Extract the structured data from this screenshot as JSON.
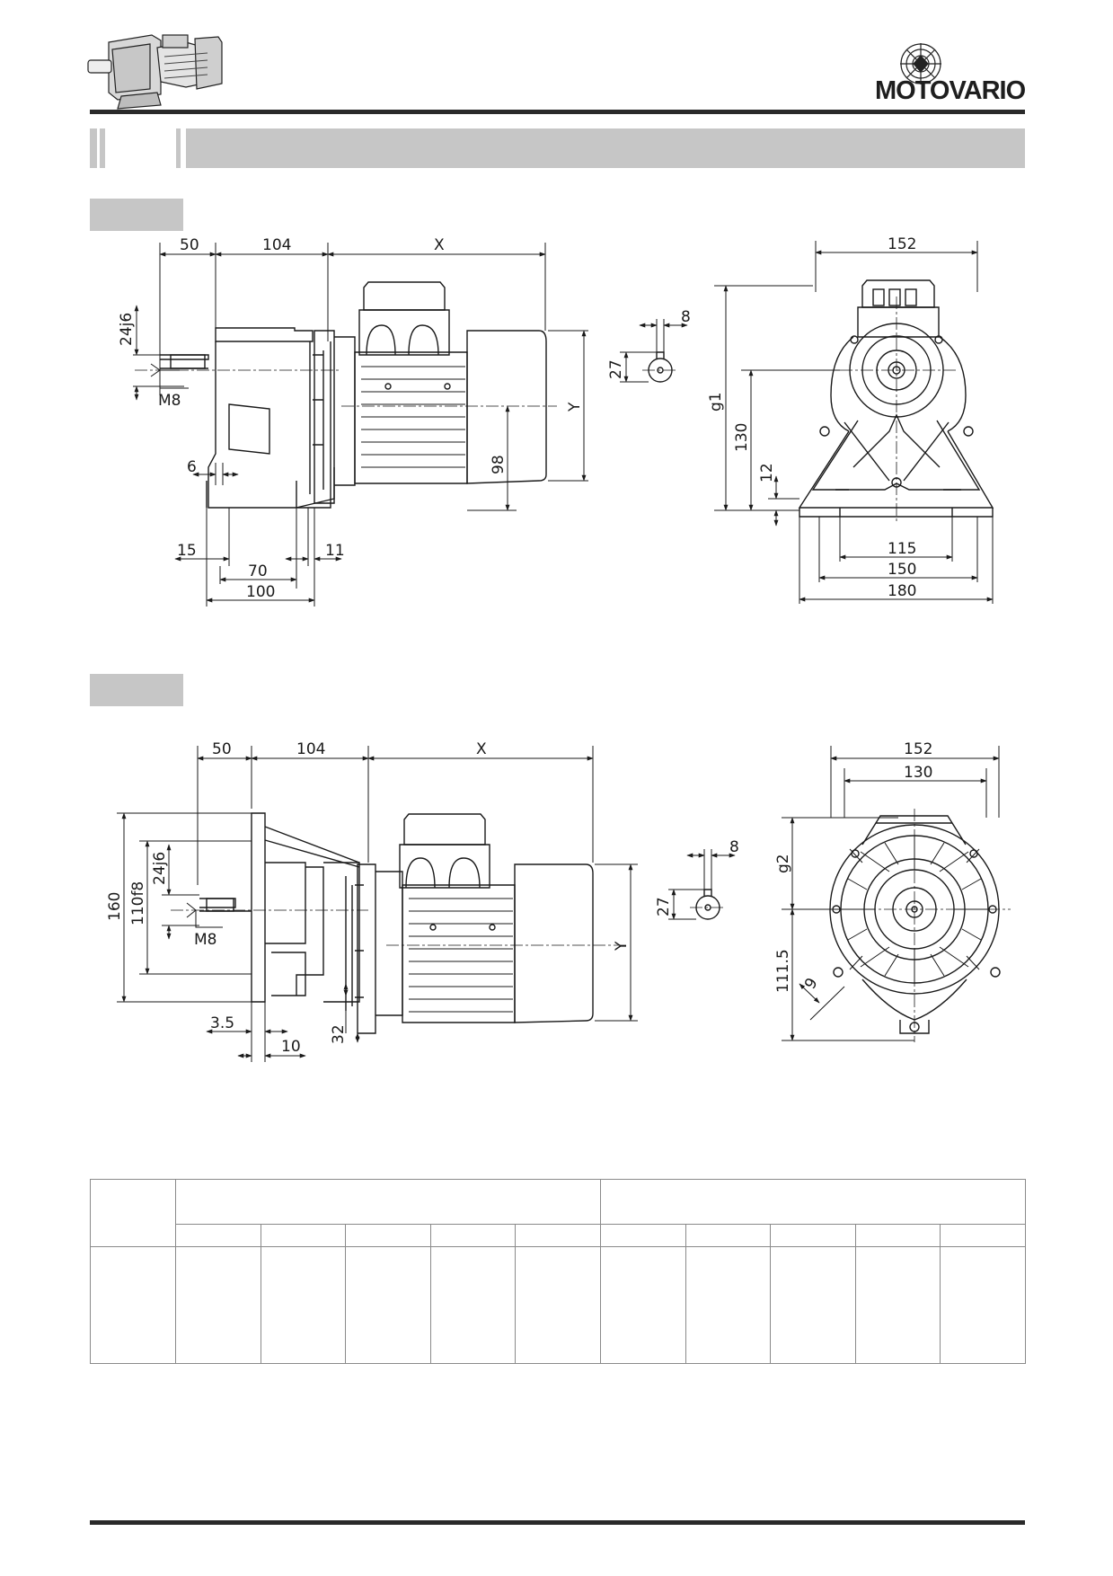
{
  "brand": {
    "name": "MOTOVARIO"
  },
  "colors": {
    "header_bar": "#c6c6c6",
    "section_tab": "#c6c6c6",
    "line": "#1a1a1a",
    "table_border": "#8a8a8a"
  },
  "icons": [
    "gearmotor-thumbnail-icon",
    "motovario-logo-icon"
  ],
  "drawing1": {
    "side": {
      "d50": "50",
      "d104": "104",
      "dX": "X",
      "d24j6": "24j6",
      "dM8": "M8",
      "d6": "6",
      "dY": "Y",
      "d98": "98",
      "d15": "15",
      "d11": "11",
      "d70": "70",
      "d100": "100"
    },
    "key": {
      "d8": "8",
      "d27": "27"
    },
    "front": {
      "d152": "152",
      "dg1": "g1",
      "d130": "130",
      "d12": "12",
      "d115": "115",
      "d150": "150",
      "d180": "180"
    }
  },
  "drawing2": {
    "side": {
      "d50": "50",
      "d104": "104",
      "dX": "X",
      "d160": "160",
      "d110f8": "110f8",
      "d24j6": "24j6",
      "dM8": "M8",
      "dY": "Y",
      "d3_5": "3.5",
      "d10": "10",
      "d32": "32"
    },
    "key": {
      "d8": "8",
      "d27": "27"
    },
    "front": {
      "d152": "152",
      "d130": "130",
      "dg2": "g2",
      "d111_5": "111.5",
      "d9": "9"
    }
  }
}
